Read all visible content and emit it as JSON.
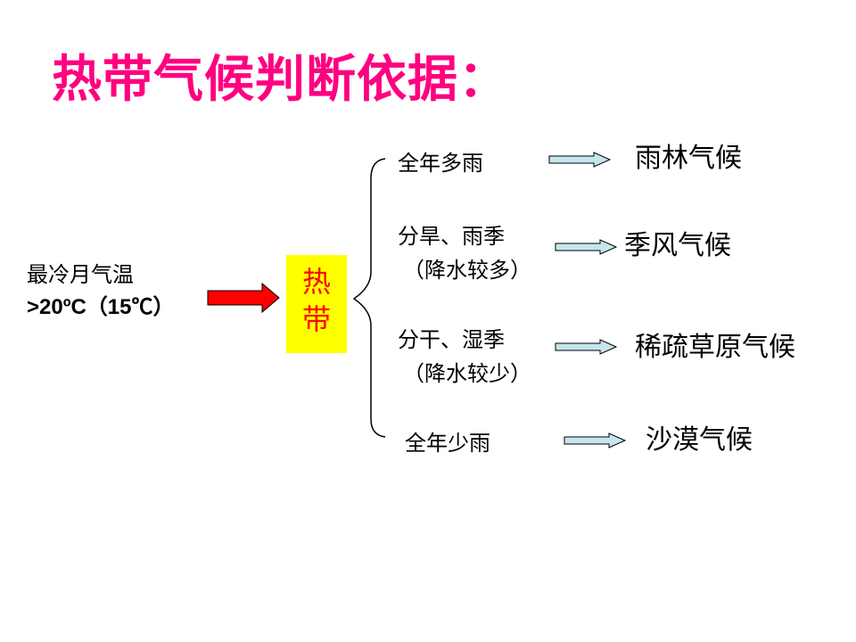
{
  "title": "热带气候判断依据：",
  "condition": {
    "line1": "最冷月气温",
    "line2": ">20ºC（15℃）"
  },
  "zone": {
    "char1": "热",
    "char2": "带"
  },
  "branches": [
    {
      "condition": "全年多雨",
      "result": "雨林气候"
    },
    {
      "condition": "分旱、雨季",
      "note": "（降水较多）",
      "result": "季风气候"
    },
    {
      "condition": "分干、湿季",
      "note": "（降水较少）",
      "result": "稀疏草原气候"
    },
    {
      "condition": "全年少雨",
      "result": "沙漠气候"
    }
  ],
  "colors": {
    "title": "#ff0080",
    "zone_bg": "#ffff00",
    "zone_text": "#ff0000",
    "main_arrow": "#ff0000",
    "branch_arrow": "#c6e5ec"
  }
}
